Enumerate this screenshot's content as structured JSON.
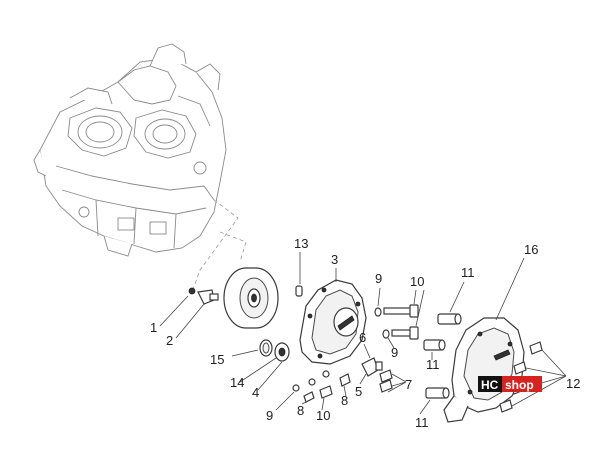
{
  "callouts": [
    {
      "id": "1",
      "label": "1"
    },
    {
      "id": "2",
      "label": "2"
    },
    {
      "id": "3",
      "label": "3"
    },
    {
      "id": "4",
      "label": "4"
    },
    {
      "id": "5",
      "label": "5"
    },
    {
      "id": "6",
      "label": "6"
    },
    {
      "id": "7",
      "label": "7"
    },
    {
      "id": "8a",
      "label": "8"
    },
    {
      "id": "8b",
      "label": "8"
    },
    {
      "id": "9a",
      "label": "9"
    },
    {
      "id": "9b",
      "label": "9"
    },
    {
      "id": "9c",
      "label": "9"
    },
    {
      "id": "10a",
      "label": "10"
    },
    {
      "id": "10b",
      "label": "10"
    },
    {
      "id": "11a",
      "label": "11"
    },
    {
      "id": "11b",
      "label": "11"
    },
    {
      "id": "11c",
      "label": "11"
    },
    {
      "id": "12",
      "label": "12"
    },
    {
      "id": "13",
      "label": "13"
    },
    {
      "id": "14",
      "label": "14"
    },
    {
      "id": "15",
      "label": "15"
    },
    {
      "id": "16",
      "label": "16"
    }
  ],
  "watermark": {
    "part1": "HC",
    "part2": "shop"
  }
}
